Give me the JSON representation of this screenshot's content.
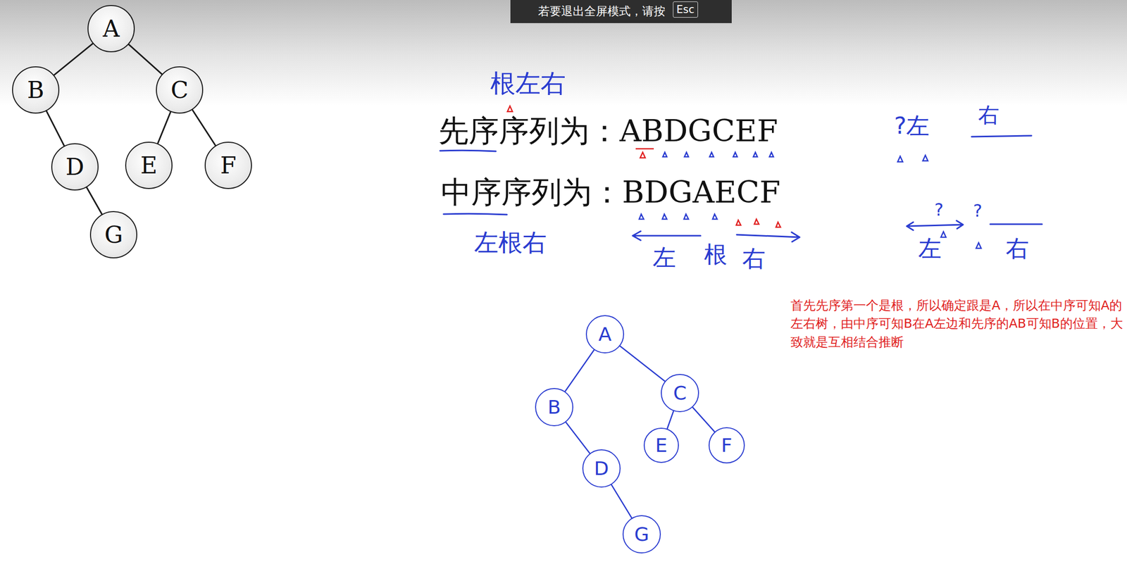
{
  "diagram": {
    "nodes": [
      {
        "text": [
          "A"
        ]
      },
      {
        "text": [
          "B"
        ]
      },
      {
        "text": [
          "C"
        ]
      },
      {
        "text": [
          "D"
        ]
      },
      {
        "text": [
          "E"
        ]
      },
      {
        "text": [
          "F"
        ]
      },
      {
        "text": [
          "G"
        ]
      },
      {
        "text": [
          "A"
        ]
      },
      {
        "text": [
          "B"
        ]
      },
      {
        "text": [
          "C"
        ]
      },
      {
        "text": [
          "D"
        ]
      },
      {
        "text": [
          "E"
        ]
      },
      {
        "text": [
          "F"
        ]
      },
      {
        "text": [
          "G"
        ]
      }
    ],
    "edges": [
      {
        "from": 0,
        "to": 1,
        "arrow": "none"
      },
      {
        "from": 0,
        "to": 2,
        "arrow": "none"
      },
      {
        "from": 1,
        "to": 3,
        "arrow": "none"
      },
      {
        "from": 2,
        "to": 4,
        "arrow": "none"
      },
      {
        "from": 2,
        "to": 5,
        "arrow": "none"
      },
      {
        "from": 3,
        "to": 6,
        "arrow": "none"
      },
      {
        "from": 7,
        "to": 8,
        "arrow": "none"
      },
      {
        "from": 7,
        "to": 9,
        "arrow": "none"
      },
      {
        "from": 8,
        "to": 10,
        "arrow": "none"
      },
      {
        "from": 9,
        "to": 11,
        "arrow": "none"
      },
      {
        "from": 9,
        "to": 12,
        "arrow": "none"
      },
      {
        "from": 10,
        "to": 13,
        "arrow": "none"
      }
    ],
    "labels": [
      "若要退出全屏模式，请按",
      "Esc",
      "根左右",
      "先序序列为：ABDGCEF",
      "中序序列为：BDGAECF",
      "左根右",
      "左",
      "根",
      "右",
      "?左",
      "右",
      "?",
      "?",
      "左",
      "右",
      "首先先序第一个是根，所以确定跟是A，所以在中序可知A的左右树，由中序可知B在A左边和先序的AB可知B的位置，大致就是互相结合推断"
    ]
  }
}
